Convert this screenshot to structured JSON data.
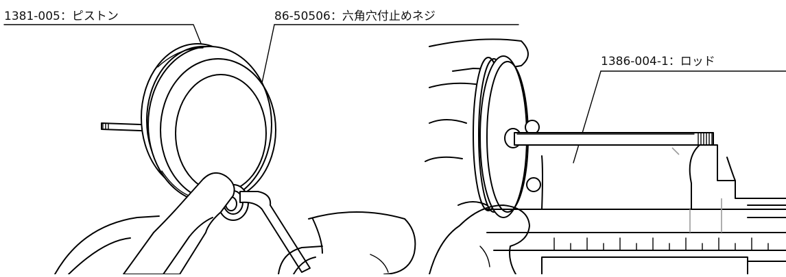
{
  "callouts": {
    "piston": "1381-005：ピストン",
    "screw": "86-50506：六角穴付止めネジ",
    "rod": "1386-004-1：ロッド"
  }
}
